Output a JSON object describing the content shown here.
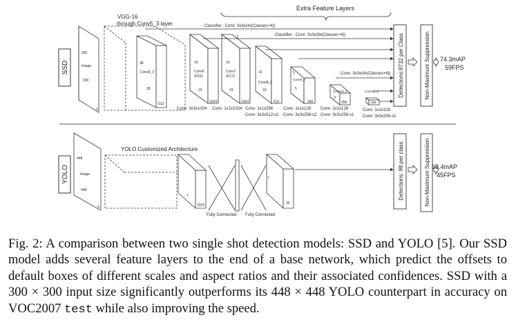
{
  "ssd": {
    "model_label": "SSD",
    "base_label_line1": "VGG-16",
    "base_label_line2": "through Conv5_3 layer",
    "extra_label": "Extra Feature Layers",
    "input_size": "300",
    "input_text": "Image",
    "input_size_bottom": "300",
    "input_depth": "3",
    "conv4_dim": "38",
    "conv4_name": "Conv4_3",
    "conv4_dim_bottom": "38",
    "conv4_ch": "512",
    "conv6_dim": "19",
    "conv6_name": "Conv6",
    "conv6_sub": "(FC6)",
    "conv6_dim_bottom": "19",
    "conv6_ch": "1024",
    "conv7_dim": "19",
    "conv7_name": "Conv7",
    "conv7_sub": "(FC7)",
    "conv7_dim_bottom": "19",
    "conv7_ch": "1024",
    "conv8_dim": "10",
    "conv8_name": "Conv8_2",
    "conv8_dim_bottom": "10",
    "conv8_ch": "512",
    "conv9_dim": "5",
    "conv9_name": "Conv9_2",
    "conv9_dim_bottom": "5",
    "conv9_ch": "256",
    "conv10_dim": "3",
    "conv10_name": "Conv10_2",
    "conv10_ch": "256",
    "conv11_name": "Conv11_2",
    "conv11_ch": "256",
    "classifier1": "Classifier : Conv: 3x3x(4x(Classes+4))",
    "classifier2": "Classifier : Conv: 3x3x(6x(Classes+4))",
    "classifier3": "Conv: 3x3x(4x(Classes+4))",
    "conv_row1": [
      "Conv: 3x3x1024",
      "Conv: 1x1x1024",
      "Conv: 1x1x256",
      "Conv: 1x1x128",
      "Conv: 1x1x128",
      "Conv: 1x1x128"
    ],
    "conv_row2": [
      "Conv: 3x3x512-s2",
      "Conv: 3x3x256-s2",
      "Conv: 3x3x256-s1",
      "Conv: 3x3x256-s1"
    ],
    "detections": "Detections:8732  per Class",
    "nms": "Non-Maximum Suppression",
    "result1": "74.3mAP",
    "result2": "59FPS"
  },
  "yolo": {
    "model_label": "YOLO",
    "arch_label": "YOLO Customized Architecture",
    "input_size": "448",
    "input_text": "Image",
    "input_size_bottom": "448",
    "input_depth": "3",
    "block1_dim": "7",
    "block1_ch": "1024",
    "block2_dim": "7",
    "block2_ch": "30",
    "fc1": "Fully Connected",
    "fc2": "Fully Connected",
    "detections": "Detections: 98 per class",
    "nms": "Non-Maximum Suppression",
    "result1": "63.4mAP",
    "result2": "45FPS"
  },
  "caption": {
    "part1": "Fig. 2: A comparison between two single shot detection models: SSD and YOLO [5]. Our SSD model adds several feature layers to the end of a base network, which predict the offsets to default boxes of different scales and aspect ratios and their associated confidences. SSD with a 300 × 300 input size significantly outperforms its 448 × 448 YOLO counterpart in accuracy on VOC2007 ",
    "code": "test",
    "part2": " while also improving the speed."
  }
}
